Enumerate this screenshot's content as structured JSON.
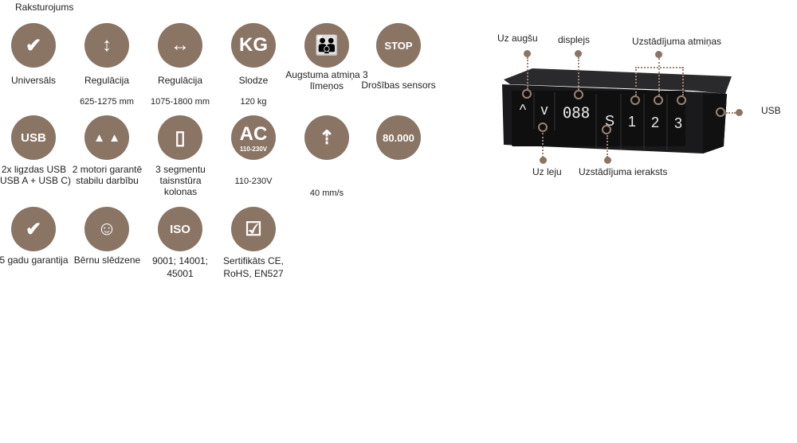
{
  "title": "Raksturojums",
  "features": [
    {
      "icon": "check-icon",
      "glyph": "✔",
      "label": "Universāls",
      "sub": ""
    },
    {
      "icon": "vertical-arrows-icon",
      "glyph": "↕",
      "label": "Regulācija",
      "sub": "625-1275 mm"
    },
    {
      "icon": "horizontal-arrows-icon",
      "glyph": "↔",
      "label": "Regulācija",
      "sub": "1075-1800 mm"
    },
    {
      "icon": "weight-kg-icon",
      "glyph": "KG",
      "label": "Slodze",
      "sub": "120 kg"
    },
    {
      "icon": "people-icon",
      "glyph": "👪",
      "label": "Augstuma atmiņa 3 līmeņos",
      "sub": ""
    },
    {
      "icon": "stop-sensor-icon",
      "glyph": "STOP",
      "label": "Drošības sensors",
      "sub": ""
    },
    {
      "icon": "usb-icon",
      "glyph": "USB",
      "label": "2x ligzdas USB (USB A + USB C)",
      "sub": ""
    },
    {
      "icon": "dual-motor-icon",
      "glyph": "▲ ▲",
      "label": "2 motori garantē stabilu darbību",
      "sub": ""
    },
    {
      "icon": "column-segments-icon",
      "glyph": "▯",
      "label": "3 segmentu taisnstūra kolonas",
      "sub": ""
    },
    {
      "icon": "ac-power-icon",
      "glyph": "AC",
      "glyph2": "110-230V",
      "label": "",
      "sub": "110-230V"
    },
    {
      "icon": "speed-arrows-icon",
      "glyph": "⇡",
      "label": "",
      "sub": "40 mm/s"
    },
    {
      "icon": "cycles-icon",
      "glyph": "80.000",
      "label": "",
      "sub": ""
    },
    {
      "icon": "warranty-badge-icon",
      "glyph": "✔",
      "label": "5 gadu garantija",
      "sub": ""
    },
    {
      "icon": "child-lock-icon",
      "glyph": "☺",
      "label": "Bērnu slēdzene",
      "sub": ""
    },
    {
      "icon": "iso-icon",
      "glyph": "ISO",
      "label": "",
      "sub": "9001; 14001; 45001"
    },
    {
      "icon": "certificate-icon",
      "glyph": "☑",
      "label": "",
      "sub": "Sertifikāts  CE, RoHS, EN527"
    }
  ],
  "device": {
    "display": "088",
    "keys": [
      "^",
      "v",
      "S",
      "1",
      "2",
      "3"
    ],
    "annotations": {
      "up": "Uz augšu",
      "display": "displejs",
      "memory": "Uzstādījuma atmiņas",
      "usb": "USB",
      "down": "Uz leju",
      "save": "Uzstādījuma ieraksts"
    }
  },
  "colors": {
    "icon_bg": "#8a7565",
    "device": "#1c1c1e"
  }
}
